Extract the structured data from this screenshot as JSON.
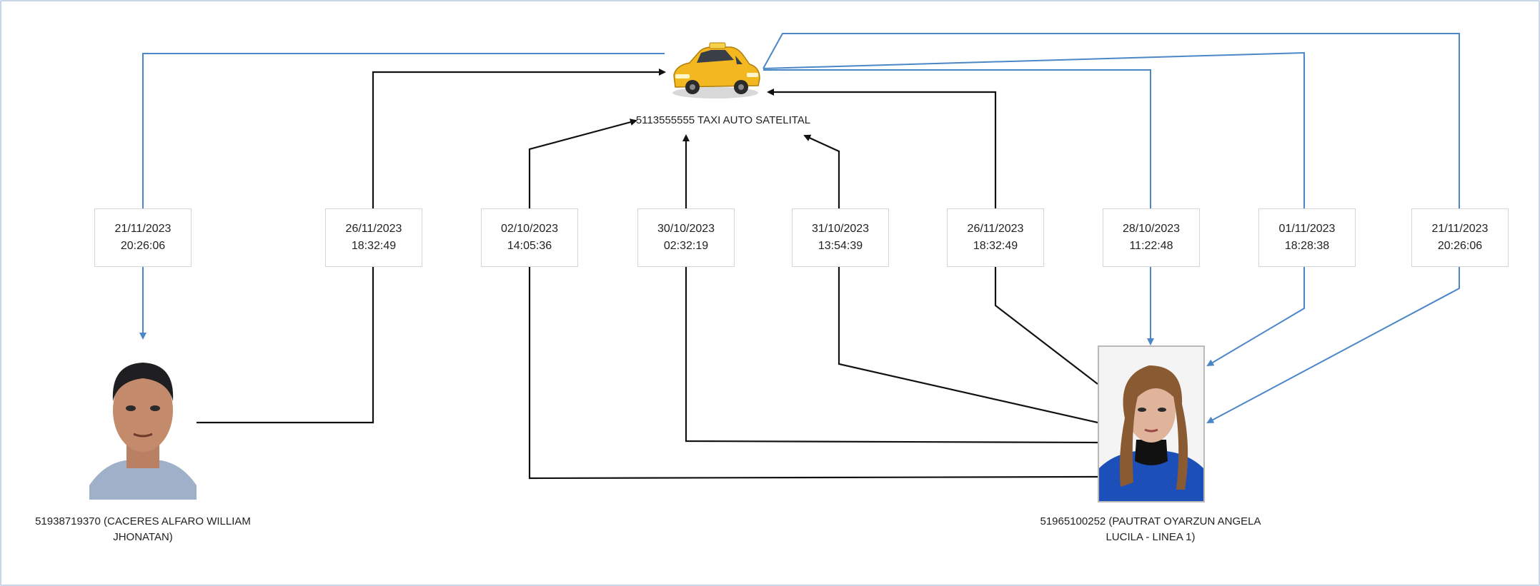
{
  "center": {
    "label": "5113555555 TAXI AUTO SATELITAL",
    "icon": "taxi-icon"
  },
  "persons": {
    "left": {
      "label_line1": "51938719370 (CACERES ALFARO WILLIAM",
      "label_line2": "JHONATAN)",
      "icon": "person-photo"
    },
    "right": {
      "label_line1": "51965100252 (PAUTRAT OYARZUN ANGELA",
      "label_line2": "LUCILA - LINEA 1)",
      "icon": "person-photo"
    }
  },
  "calls": [
    {
      "date": "21/11/2023",
      "time": "20:26:06",
      "direction": "taxi-to-left",
      "color": "#4a86c8"
    },
    {
      "date": "26/11/2023",
      "time": "18:32:49",
      "direction": "left-to-taxi",
      "color": "#111111"
    },
    {
      "date": "02/10/2023",
      "time": "14:05:36",
      "direction": "right-to-taxi",
      "color": "#111111"
    },
    {
      "date": "30/10/2023",
      "time": "02:32:19",
      "direction": "right-to-taxi",
      "color": "#111111"
    },
    {
      "date": "31/10/2023",
      "time": "13:54:39",
      "direction": "right-to-taxi",
      "color": "#111111"
    },
    {
      "date": "26/11/2023",
      "time": "18:32:49",
      "direction": "right-to-taxi",
      "color": "#111111"
    },
    {
      "date": "28/10/2023",
      "time": "11:22:48",
      "direction": "taxi-to-right",
      "color": "#4a86c8"
    },
    {
      "date": "01/11/2023",
      "time": "18:28:38",
      "direction": "taxi-to-right",
      "color": "#4a86c8"
    },
    {
      "date": "21/11/2023",
      "time": "20:26:06",
      "direction": "taxi-to-right",
      "color": "#4a86c8"
    }
  ]
}
